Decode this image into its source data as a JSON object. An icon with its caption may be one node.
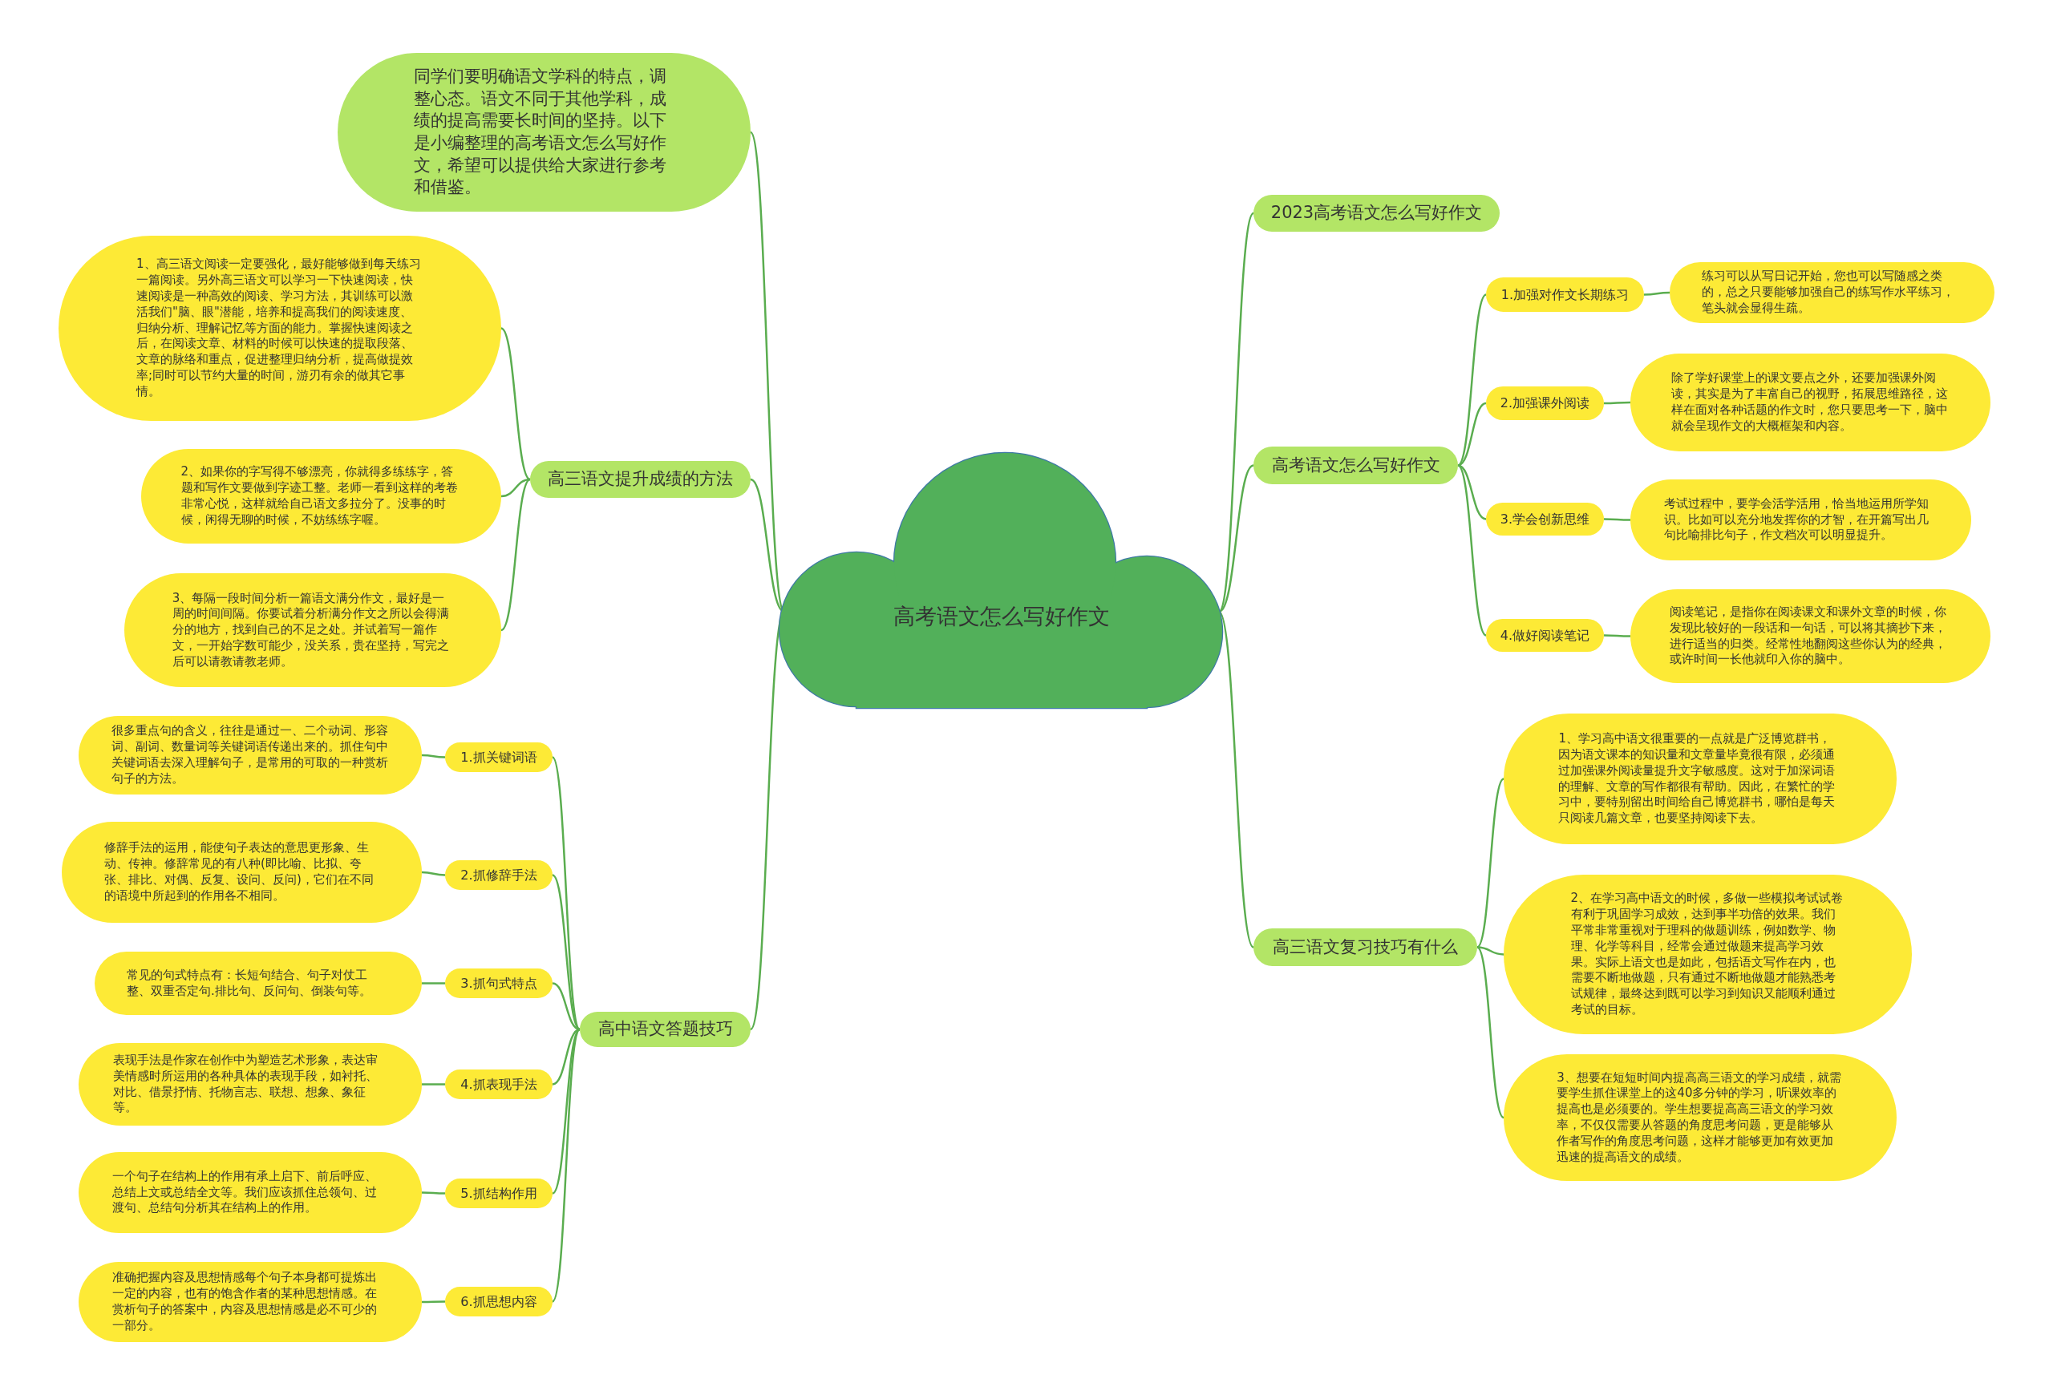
{
  "diagram": {
    "nodes": [
      {
        "text": [
          "高考语文怎么写好作文"
        ]
      },
      {
        "text": [
          "同学们要明确语文学科的特点，调整心态。语文不同于其他学科，成绩的提高需要长时间的坚持。以下是小编整理的高考语文怎么写好作文，希望可以提供给大家进行参考和借鉴。"
        ]
      },
      {
        "text": [
          "高三语文提升成绩的方法"
        ]
      },
      {
        "text": [
          "1、高三语文阅读一定要强化，最好能够做到每天练习一篇阅读。另外高三语文可以学习一下快速阅读，快速阅读是一种高效的阅读、学习方法，其训练可以激活我们\"脑、眼\"潜能，培养和提高我们的阅读速度、归纳分析、理解记忆等方面的能力。掌握快速阅读之后，在阅读文章、材料的时候可以快速的提取段落、文章的脉络和重点，促进整理归纳分析，提高做提效率;同时可以节约大量的时间，游刃有余的做其它事情。"
        ]
      },
      {
        "text": [
          "2、如果你的字写得不够漂亮，你就得多练练字，答题和写作文要做到字迹工整。老师一看到这样的考卷非常心悦，这样就给自己语文多拉分了。没事的时候，闲得无聊的时候，不妨练练字喔。"
        ]
      },
      {
        "text": [
          "3、每隔一段时间分析一篇语文满分作文，最好是一周的时间间隔。你要试着分析满分作文之所以会得满分的地方，找到自己的不足之处。并试着写一篇作文，一开始字数可能少，没关系，贵在坚持，写完之后可以请教请教老师。"
        ]
      },
      {
        "text": [
          "高中语文答题技巧"
        ]
      },
      {
        "text": [
          "1.抓关键词语"
        ]
      },
      {
        "text": [
          "很多重点句的含义，往往是通过一、二个动词、形容词、副词、数量词等关键词语传递出来的。抓住句中关键词语去深入理解句子，是常用的可取的一种赏析句子的方法。"
        ]
      },
      {
        "text": [
          "2.抓修辞手法"
        ]
      },
      {
        "text": [
          "修辞手法的运用，能使句子表达的意思更形象、生动、传神。修辞常见的有八种(即比喻、比拟、夸张、排比、对偶、反复、设问、反问)，它们在不同的语境中所起到的作用各不相同。"
        ]
      },
      {
        "text": [
          "3.抓句式特点"
        ]
      },
      {
        "text": [
          "常见的句式特点有：长短句结合、句子对仗工整、双重否定句.排比句、反问句、倒装句等。"
        ]
      },
      {
        "text": [
          "4.抓表现手法"
        ]
      },
      {
        "text": [
          "表现手法是作家在创作中为塑造艺术形象，表达审美情感时所运用的各种具体的表现手段，如衬托、对比、借景抒情、托物言志、联想、想象、象征等。"
        ]
      },
      {
        "text": [
          "5.抓结构作用"
        ]
      },
      {
        "text": [
          "一个句子在结构上的作用有承上启下、前后呼应、总结上文或总结全文等。我们应该抓住总领句、过渡句、总结句分析其在结构上的作用。"
        ]
      },
      {
        "text": [
          "6.抓思想内容"
        ]
      },
      {
        "text": [
          "准确把握内容及思想情感每个句子本身都可提炼出一定的内容，也有的饱含作者的某种思想情感。在赏析句子的答案中，内容及思想情感是必不可少的一部分。"
        ]
      },
      {
        "text": [
          "2023高考语文怎么写好作文"
        ]
      },
      {
        "text": [
          "高考语文怎么写好作文"
        ]
      },
      {
        "text": [
          "1.加强对作文长期练习"
        ]
      },
      {
        "text": [
          "练习可以从写日记开始，您也可以写随感之类的，总之只要能够加强自己的练写作水平练习，笔头就会显得生疏。"
        ]
      },
      {
        "text": [
          "2.加强课外阅读"
        ]
      },
      {
        "text": [
          "除了学好课堂上的课文要点之外，还要加强课外阅读，其实是为了丰富自己的视野，拓展思维路径，这样在面对各种话题的作文时，您只要思考一下，脑中就会呈现作文的大概框架和内容。"
        ]
      },
      {
        "text": [
          "3.学会创新思维"
        ]
      },
      {
        "text": [
          "考试过程中，要学会活学活用，恰当地运用所学知识。比如可以充分地发挥你的才智，在开篇写出几句比喻排比句子，作文档次可以明显提升。"
        ]
      },
      {
        "text": [
          "4.做好阅读笔记"
        ]
      },
      {
        "text": [
          "阅读笔记，是指你在阅读课文和课外文章的时候，你发现比较好的一段话和一句话，可以将其摘抄下来，进行适当的归类。经常性地翻阅这些你认为的经典，或许时间一长他就印入你的脑中。"
        ]
      },
      {
        "text": [
          "高三语文复习技巧有什么"
        ]
      },
      {
        "text": [
          "1、学习高中语文很重要的一点就是广泛博览群书，因为语文课本的知识量和文章量毕竟很有限，必须通过加强课外阅读量提升文字敏感度。这对于加深词语的理解、文章的写作都很有帮助。因此，在繁忙的学习中，要特别留出时间给自己博览群书，哪怕是每天只阅读几篇文章，也要坚持阅读下去。"
        ]
      },
      {
        "text": [
          "2、在学习高中语文的时候，多做一些模拟考试试卷有利于巩固学习成效，达到事半功倍的效果。我们平常非常重视对于理科的做题训练，例如数学、物理、化学等科目，经常会通过做题来提高学习效果。实际上语文也是如此，包括语文写作在内，也需要不断地做题，只有通过不断地做题才能熟悉考试规律，最终达到既可以学习到知识又能顺利通过考试的目标。"
        ]
      },
      {
        "text": [
          "3、想要在短短时间内提高高三语文的学习成绩，就需要学生抓住课堂上的这40多分钟的学习，听课效率的提高也是必须要的。学生想要提高高三语文的学习效率，不仅仅需要从答题的角度思考问题，更是能够从作者写作的角度思考问题，这样才能够更加有效更加迅速的提高语文的成绩。"
        ]
      }
    ],
    "edges": [
      {
        "from": 0,
        "to": 1,
        "arrow": "none"
      },
      {
        "from": 0,
        "to": 2,
        "arrow": "none"
      },
      {
        "from": 2,
        "to": 3,
        "arrow": "none"
      },
      {
        "from": 2,
        "to": 4,
        "arrow": "none"
      },
      {
        "from": 2,
        "to": 5,
        "arrow": "none"
      },
      {
        "from": 0,
        "to": 6,
        "arrow": "none"
      },
      {
        "from": 6,
        "to": 7,
        "arrow": "none"
      },
      {
        "from": 7,
        "to": 8,
        "arrow": "none"
      },
      {
        "from": 6,
        "to": 9,
        "arrow": "none"
      },
      {
        "from": 9,
        "to": 10,
        "arrow": "none"
      },
      {
        "from": 6,
        "to": 11,
        "arrow": "none"
      },
      {
        "from": 11,
        "to": 12,
        "arrow": "none"
      },
      {
        "from": 6,
        "to": 13,
        "arrow": "none"
      },
      {
        "from": 13,
        "to": 14,
        "arrow": "none"
      },
      {
        "from": 6,
        "to": 15,
        "arrow": "none"
      },
      {
        "from": 15,
        "to": 16,
        "arrow": "none"
      },
      {
        "from": 6,
        "to": 17,
        "arrow": "none"
      },
      {
        "from": 17,
        "to": 18,
        "arrow": "none"
      },
      {
        "from": 0,
        "to": 19,
        "arrow": "none"
      },
      {
        "from": 0,
        "to": 20,
        "arrow": "none"
      },
      {
        "from": 20,
        "to": 21,
        "arrow": "none"
      },
      {
        "from": 21,
        "to": 22,
        "arrow": "none"
      },
      {
        "from": 20,
        "to": 23,
        "arrow": "none"
      },
      {
        "from": 23,
        "to": 24,
        "arrow": "none"
      },
      {
        "from": 20,
        "to": 25,
        "arrow": "none"
      },
      {
        "from": 25,
        "to": 26,
        "arrow": "none"
      },
      {
        "from": 20,
        "to": 27,
        "arrow": "none"
      },
      {
        "from": 27,
        "to": 28,
        "arrow": "none"
      },
      {
        "from": 0,
        "to": 29,
        "arrow": "none"
      },
      {
        "from": 29,
        "to": 30,
        "arrow": "none"
      },
      {
        "from": 29,
        "to": 31,
        "arrow": "none"
      },
      {
        "from": 29,
        "to": 32,
        "arrow": "none"
      }
    ]
  }
}
